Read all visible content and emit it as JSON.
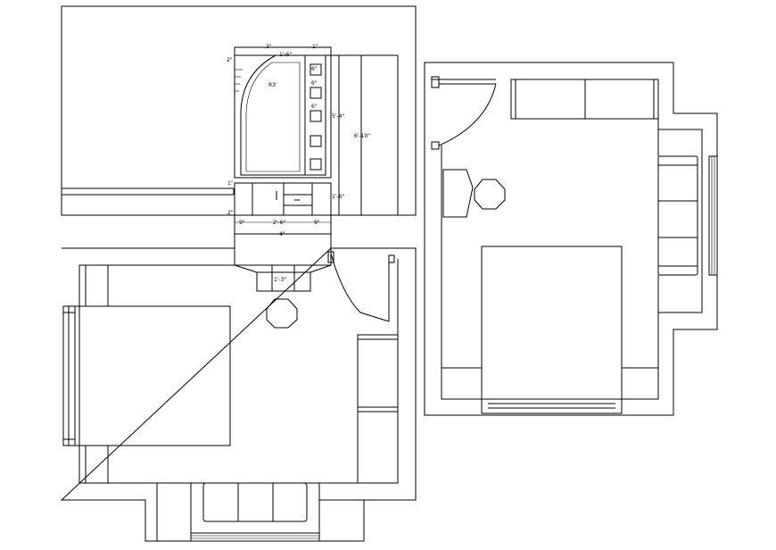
{
  "drawing": {
    "background": "#ffffff",
    "line_color": "#000000"
  },
  "dimensions": {
    "top_3": "3\"",
    "top_1": "1\"",
    "width_1_6": "1'-6\"",
    "r3": "R3'",
    "d6a": "6\"",
    "d6b": "6\"",
    "d6c": "6\"",
    "h5_4": "5'-4\"",
    "h6_10": "6'-10\"",
    "d1_side": "1\"",
    "d1_6_side": "1'-6\"",
    "d2_bottom": "2\"",
    "d9_left": "9\"",
    "d2_6": "2'-6\"",
    "d9_right": "9\"",
    "d4": "4\"",
    "d1_3": "1'-3\""
  }
}
